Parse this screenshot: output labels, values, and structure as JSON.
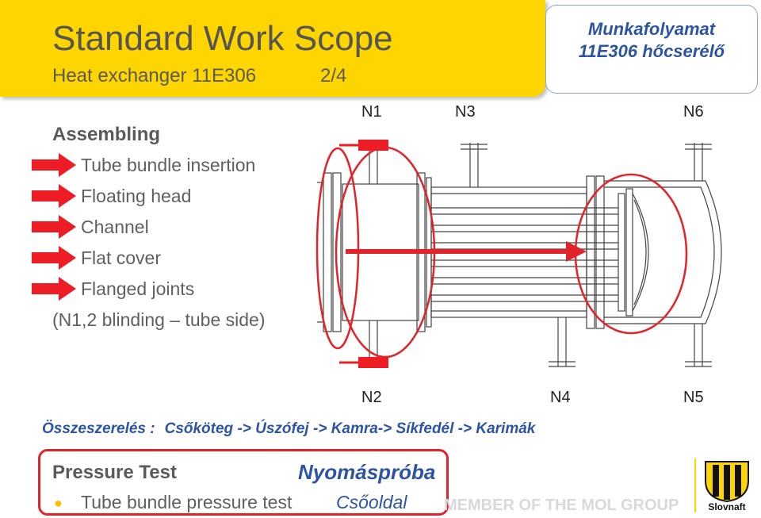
{
  "header": {
    "title": "Standard Work Scope",
    "subtitle": "Heat exchanger 11E306",
    "page": "2/4",
    "hu_title_line1": "Munkafolyamat",
    "hu_title_line2": "11E306 hőcserélő"
  },
  "assembling": {
    "heading": "Assembling",
    "steps": [
      "Tube bundle insertion",
      "Floating head",
      "Channel",
      "Flat cover",
      "Flanged joints"
    ],
    "note": "(N1,2 blinding – tube side)"
  },
  "nozzles": {
    "n1": "N1",
    "n2": "N2",
    "n3": "N3",
    "n4": "N4",
    "n5": "N5",
    "n6": "N6"
  },
  "summary_hu": {
    "label": "Összeszerelés :",
    "sequence": "Csőköteg -> Úszófej -> Kamra-> Síkfedél -> Karimák"
  },
  "pressure_test": {
    "heading": "Pressure Test",
    "heading_hu": "Nyomáspróba",
    "item": "Tube bundle pressure test",
    "item_hu": "Csőoldal"
  },
  "footer": {
    "member_text": "MEMBER OF THE MOL GROUP",
    "logo_text": "Slovnaft"
  },
  "colors": {
    "accent_yellow": "#ffd500",
    "highlight_red": "#e0242a",
    "hungarian_blue": "#2d54a3"
  }
}
